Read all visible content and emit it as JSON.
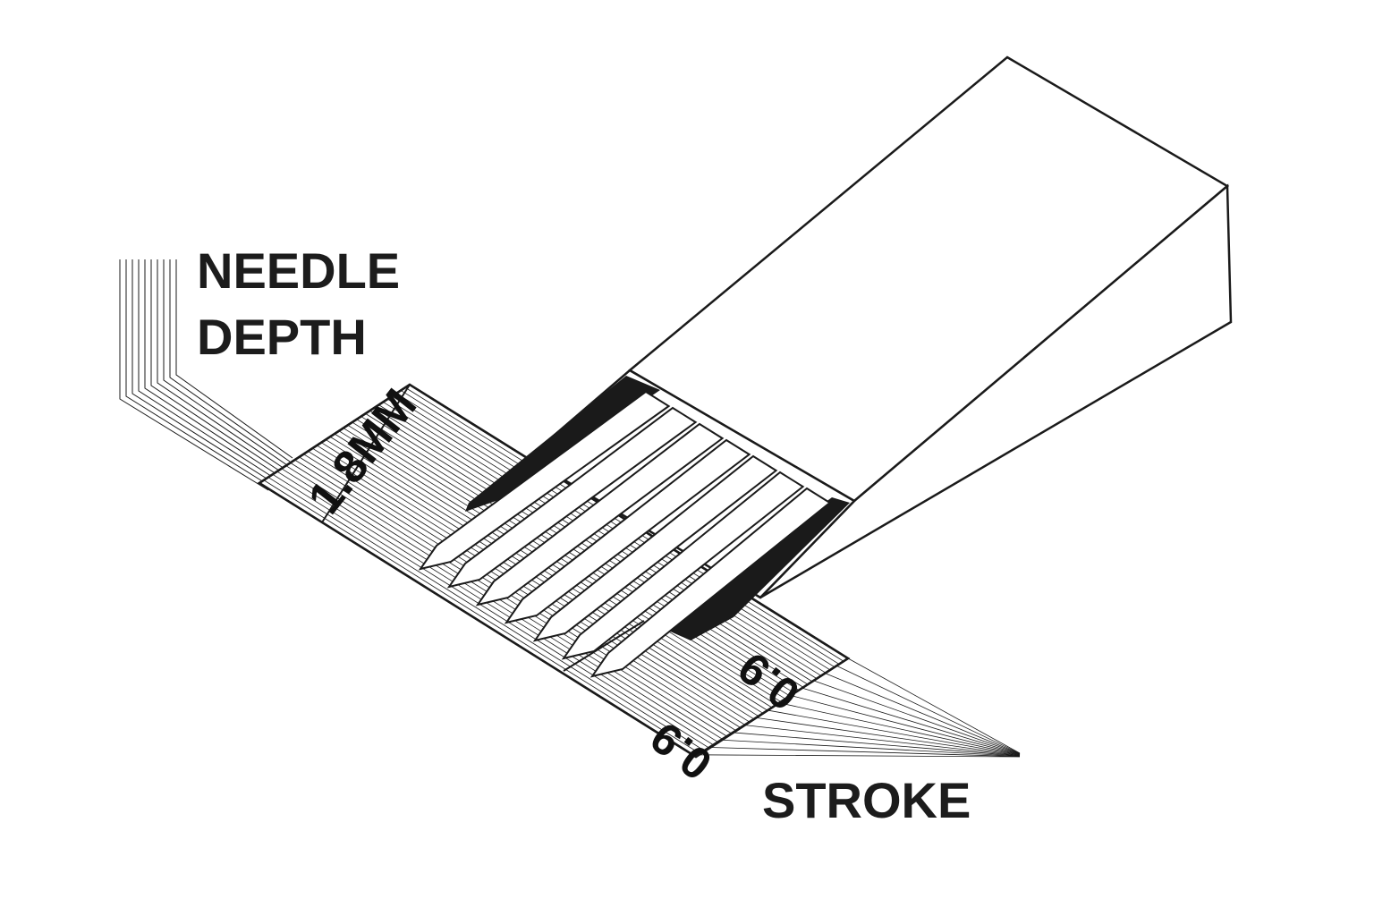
{
  "labels": {
    "needle_depth_line1": "NEEDLE",
    "needle_depth_line2": "DEPTH",
    "stroke": "STROKE"
  },
  "scale": {
    "depth_value": "1.8MM",
    "stroke_value_a": "0.9",
    "stroke_value_b": "0.9"
  },
  "colors": {
    "ink": "#1a1a1a",
    "background": "#ffffff"
  },
  "icons": {
    "cartridge": "needle-cartridge-icon"
  }
}
